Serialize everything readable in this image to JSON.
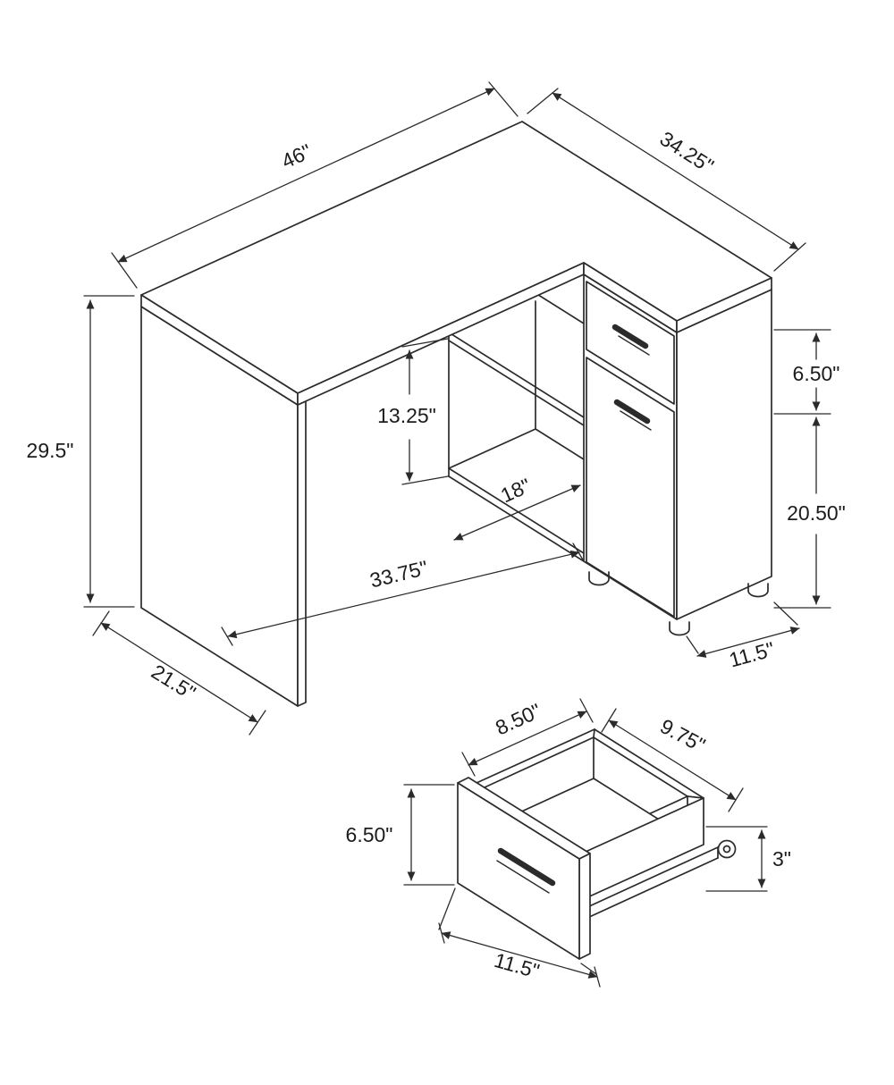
{
  "colors": {
    "background": "#ffffff",
    "line": "#2b2b2b",
    "text": "#1c1c1c"
  },
  "desk_view": {
    "dims": {
      "width": "46\"",
      "return_depth": "34.25\"",
      "height": "29.5\"",
      "shelf_opening_height": "13.25\"",
      "shelf_opening_width": "18\"",
      "drawer_front_height": "6.50\"",
      "door_height": "20.50\"",
      "front_span": "33.75\"",
      "desk_depth": "21.5\"",
      "cabinet_width": "11.5\""
    }
  },
  "drawer_view": {
    "dims": {
      "inner_width": "8.50\"",
      "side_depth": "9.75\"",
      "front_height": "6.50\"",
      "side_height": "3\"",
      "front_width": "11.5\""
    }
  }
}
